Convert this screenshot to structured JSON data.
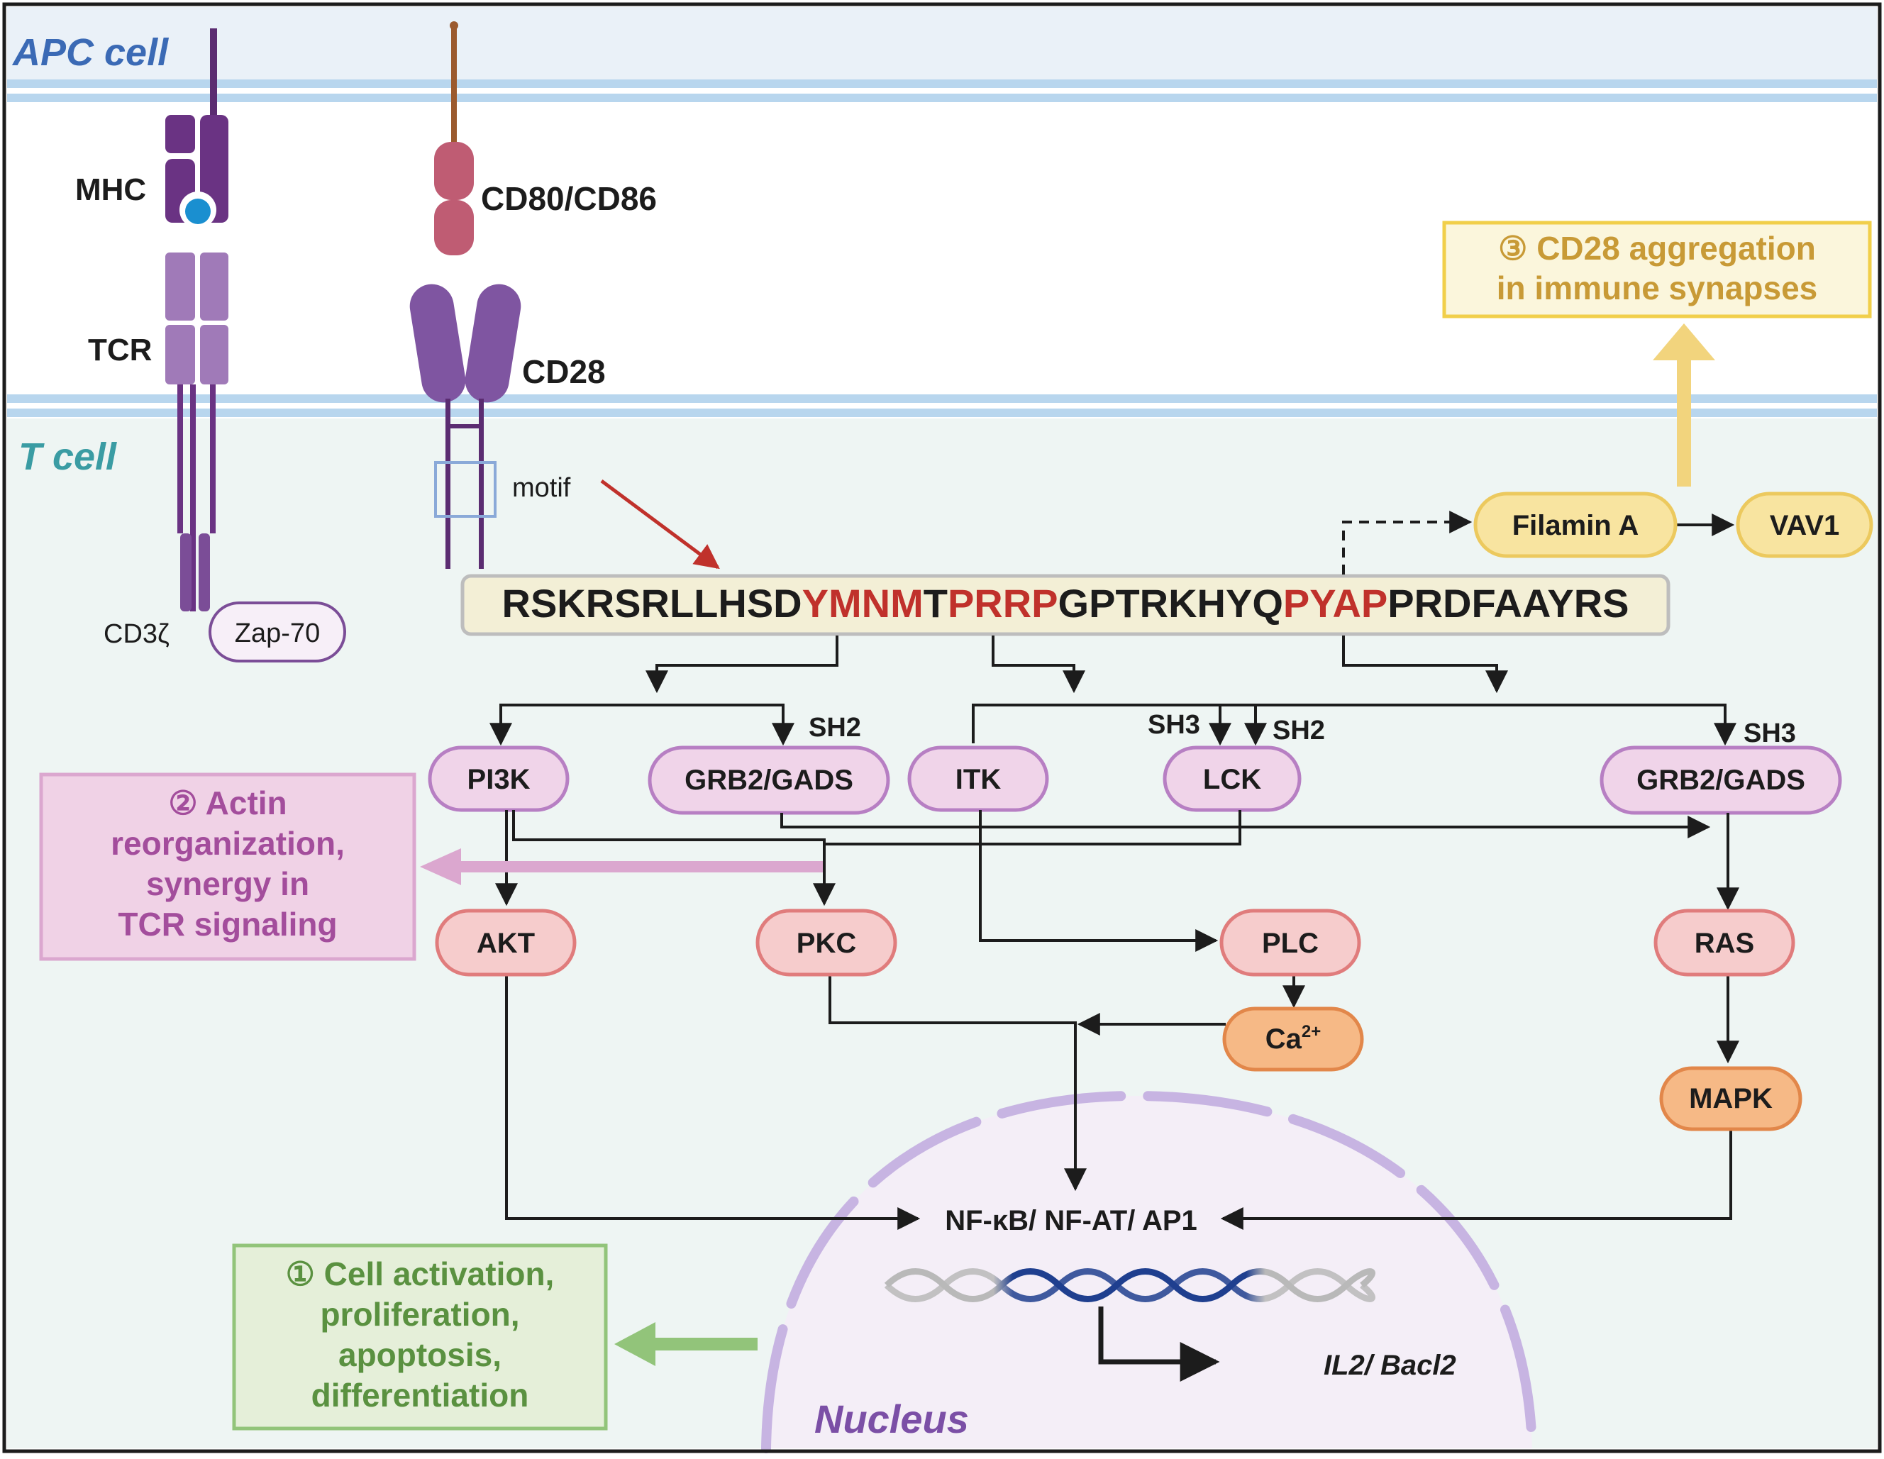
{
  "regions": {
    "apc_label": "APC cell",
    "tcell_label": "T cell",
    "nucleus_label": "Nucleus"
  },
  "receptors": {
    "mhc": "MHC",
    "tcr": "TCR",
    "cd3z": "CD3ζ",
    "zap70": "Zap-70",
    "cd80_86": "CD80/CD86",
    "cd28": "CD28",
    "motif": "motif"
  },
  "sequence": [
    {
      "text": "RSKRSRLLHSD",
      "highlight": false
    },
    {
      "text": "YMNM",
      "highlight": true
    },
    {
      "text": "T",
      "highlight": false
    },
    {
      "text": "PRRP",
      "highlight": true
    },
    {
      "text": "GPTRKHYQ",
      "highlight": false
    },
    {
      "text": "PYAP",
      "highlight": true
    },
    {
      "text": "PRDFAAYRS",
      "highlight": false
    }
  ],
  "domains": {
    "sh2_left": "SH2",
    "sh3_lck": "SH3",
    "sh2_lck": "SH2",
    "sh3_right": "SH3"
  },
  "nodes": {
    "pi3k": "PI3K",
    "grb2_gads_left": "GRB2/GADS",
    "itk": "ITK",
    "lck": "LCK",
    "grb2_gads_right": "GRB2/GADS",
    "akt": "AKT",
    "pkc": "PKC",
    "plc": "PLC",
    "ca": "Ca",
    "ca_sup": "2+",
    "ras": "RAS",
    "mapk": "MAPK",
    "filamin_a": "Filamin A",
    "vav1": "VAV1",
    "transcription": "NF-κB/ NF-AT/ AP1",
    "genes": "IL2/ Bacl2"
  },
  "outcomes": {
    "outcome1_lines": [
      "① Cell activation,",
      "proliferation,",
      "apoptosis,",
      "differentiation"
    ],
    "outcome2_lines": [
      "② Actin",
      "reorganization,",
      "synergy in",
      "TCR signaling"
    ],
    "outcome3_lines": [
      "③ CD28 aggregation",
      "in immune synapses"
    ]
  },
  "colors": {
    "motif_highlight": "#c0312b",
    "purple_node_fill": "#f0d4e9",
    "purple_node_stroke": "#b77fc3",
    "pink_node_fill": "#f6cccc",
    "pink_node_stroke": "#e07c7c",
    "orange_node_fill": "#f6b986",
    "orange_node_stroke": "#e2874a",
    "yellow_node_fill": "#f8e4a0",
    "yellow_node_stroke": "#ecc95e",
    "outcome1": "#5a9140",
    "outcome2": "#a34d9c",
    "outcome3": "#c89a36"
  }
}
